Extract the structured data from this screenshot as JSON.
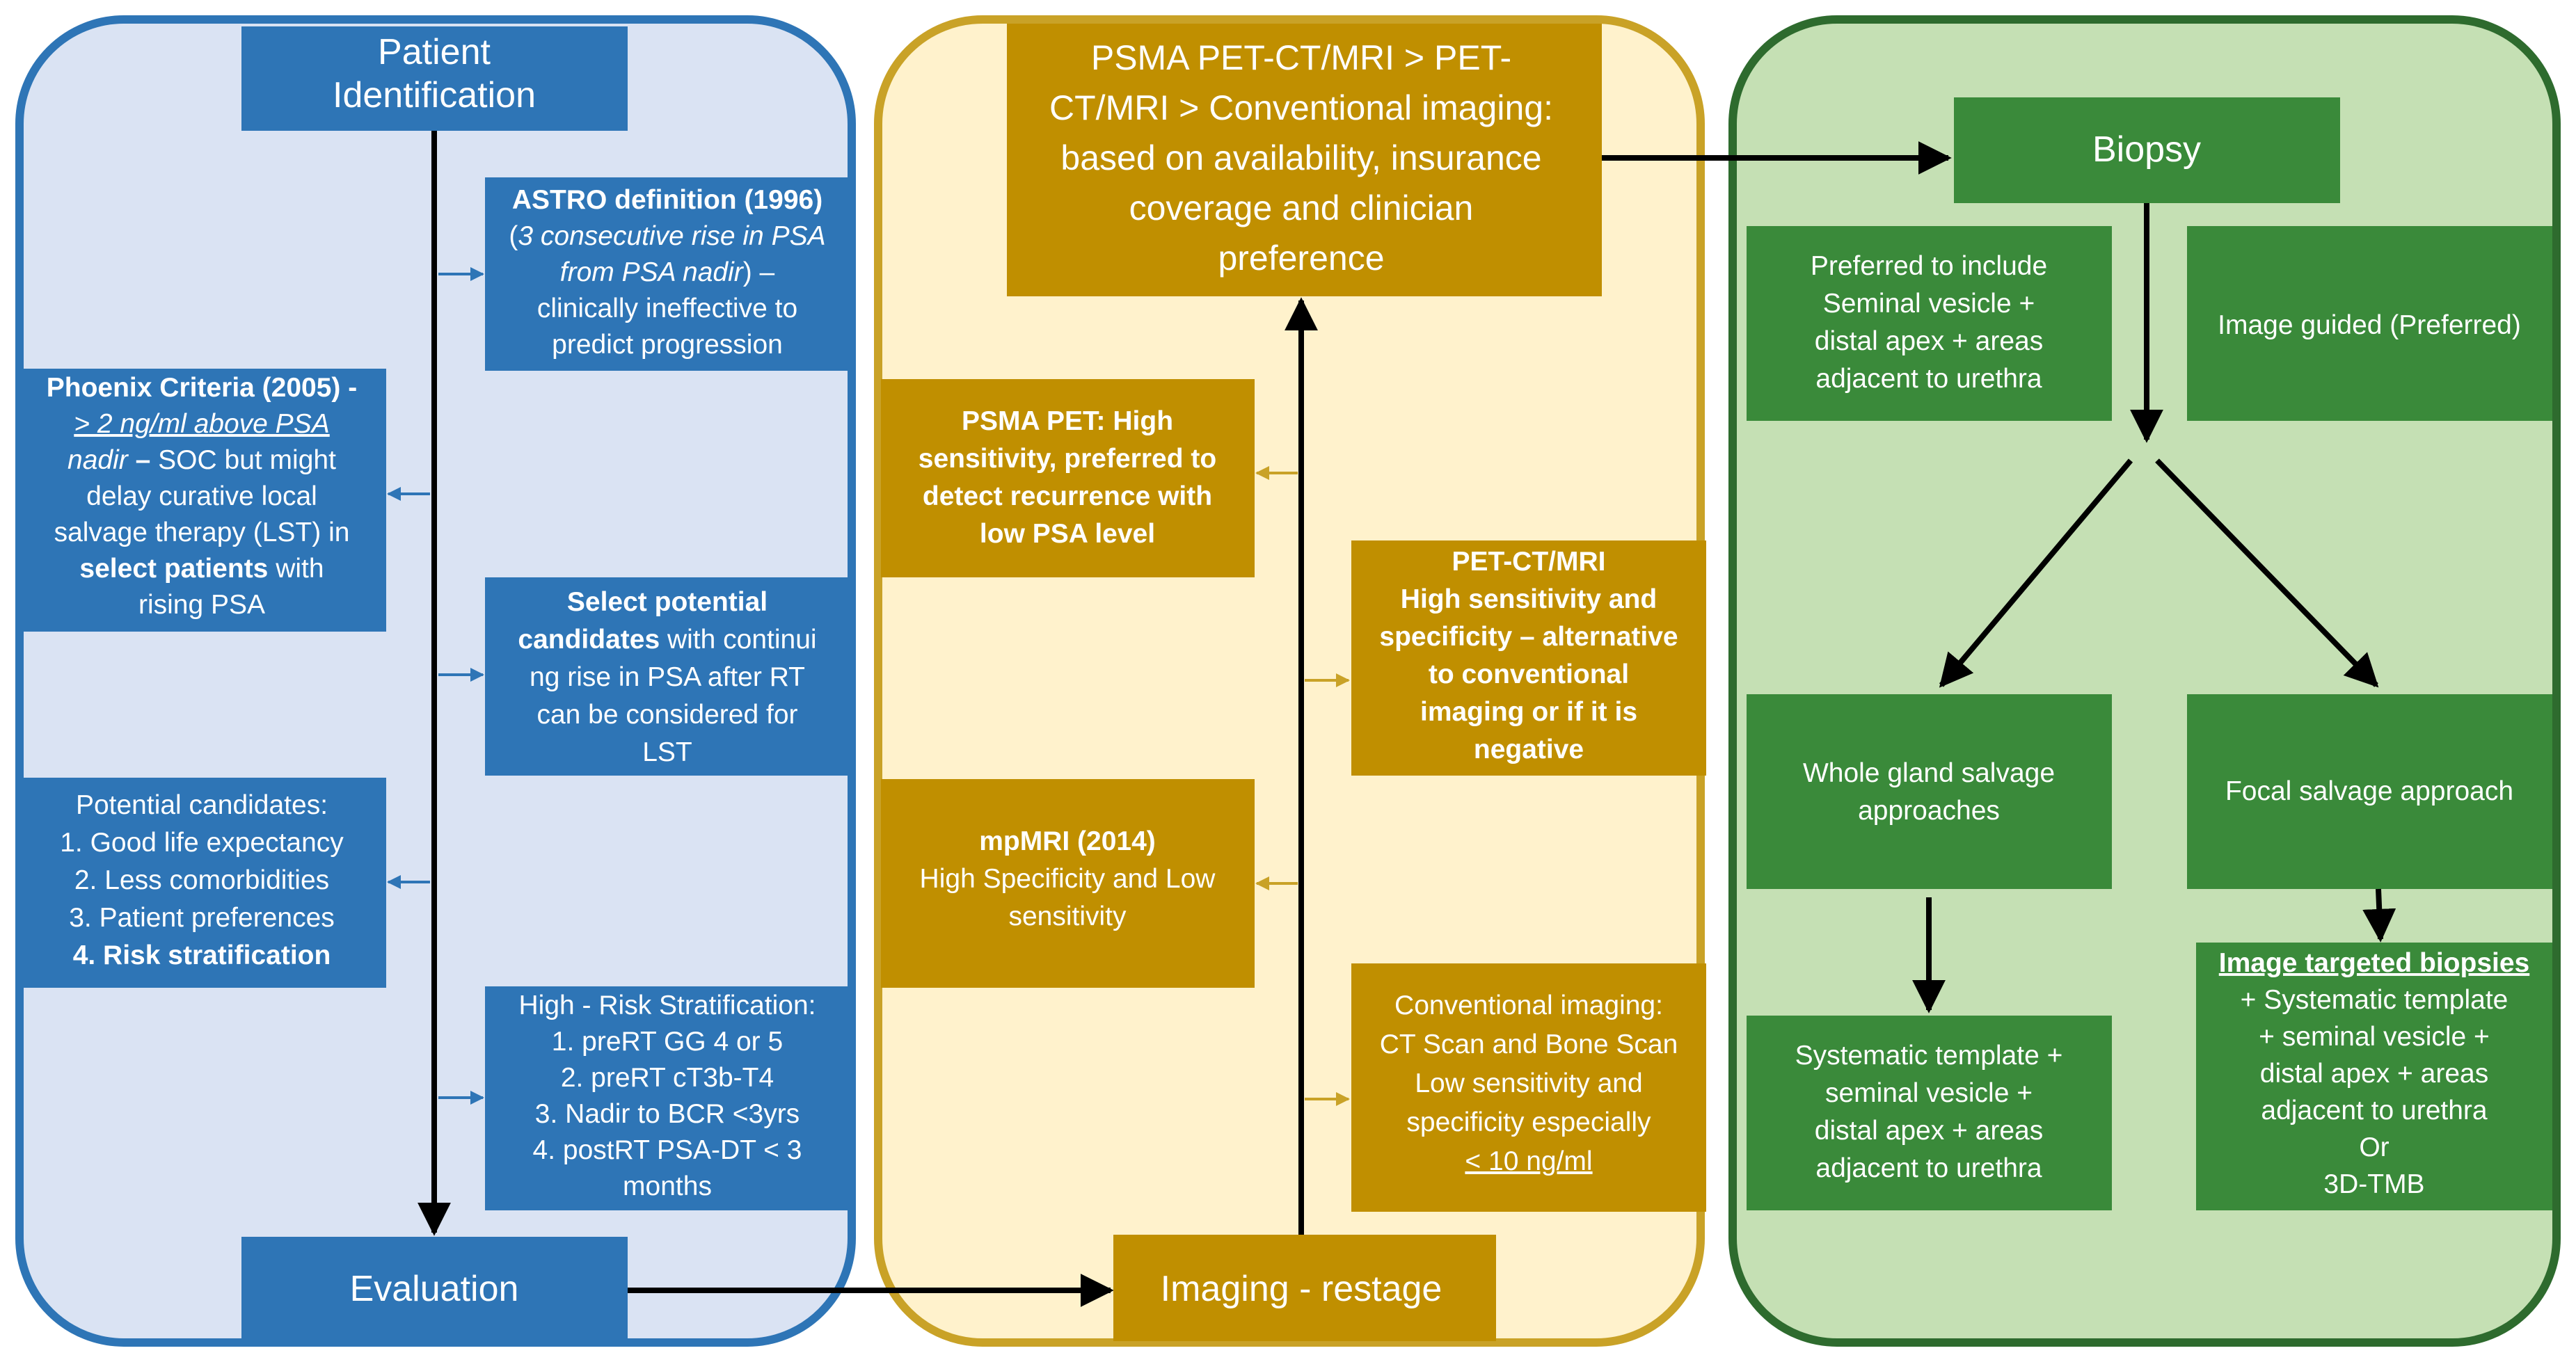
{
  "colors": {
    "blue_panel_fill": "#dae3f3",
    "blue_panel_stroke": "#2e75b6",
    "blue_box": "#2e75b6",
    "gold_panel_fill": "#fff2cc",
    "gold_panel_stroke": "#c9a227",
    "gold_box": "#c08f00",
    "green_panel_fill": "#c5e0b4",
    "green_panel_stroke": "#2e6b2e",
    "green_box": "#3a8a3a",
    "arrow_black": "#000000",
    "arrow_blue": "#2e75b6",
    "arrow_gold": "#c9a227",
    "text": "#ffffff"
  },
  "blue": {
    "patient_identification": [
      "Patient",
      "Identification"
    ],
    "astro": [
      [
        {
          "t": "ASTRO definition (1996)",
          "b": true
        }
      ],
      [
        {
          "t": "(",
          "i": false
        },
        {
          "t": "3 consecutive rise in PSA",
          "i": true
        }
      ],
      [
        {
          "t": "from PSA nadir",
          "i": true
        },
        {
          "t": ") –"
        }
      ],
      [
        {
          "t": "clinically ineffective to"
        }
      ],
      [
        {
          "t": "predict progression"
        }
      ]
    ],
    "phoenix": [
      [
        {
          "t": "Phoenix Criteria (2005) -",
          "b": true
        }
      ],
      [
        {
          "t": "> 2 ng/ml above PSA",
          "i": true,
          "u": true
        }
      ],
      [
        {
          "t": "nadir",
          "i": true
        },
        {
          "t": " – ",
          "b": true
        },
        {
          "t": "SOC but might"
        }
      ],
      [
        {
          "t": "delay curative local"
        }
      ],
      [
        {
          "t": "salvage therapy (LST) in"
        }
      ],
      [
        {
          "t": "select patients",
          "b": true
        },
        {
          "t": " with"
        }
      ],
      [
        {
          "t": "rising PSA"
        }
      ]
    ],
    "select_candidates": [
      [
        {
          "t": "Select potential",
          "b": true
        }
      ],
      [
        {
          "t": "candidates",
          "b": true
        },
        {
          "t": " with continui"
        }
      ],
      [
        {
          "t": "ng rise in PSA after RT"
        }
      ],
      [
        {
          "t": "can be considered for"
        }
      ],
      [
        {
          "t": "LST"
        }
      ]
    ],
    "potential_candidates": [
      [
        {
          "t": "Potential candidates:"
        }
      ],
      [
        {
          "t": "1.    Good life expectancy"
        }
      ],
      [
        {
          "t": "2.    Less comorbidities"
        }
      ],
      [
        {
          "t": "3.    Patient preferences"
        }
      ],
      [
        {
          "t": "4.    Risk stratification",
          "b": true
        }
      ]
    ],
    "high_risk": [
      [
        {
          "t": "High - Risk Stratification:"
        }
      ],
      [
        {
          "t": "1.    preRT GG 4 or 5"
        }
      ],
      [
        {
          "t": "2.    preRT cT3b-T4"
        }
      ],
      [
        {
          "t": "3.    Nadir to BCR <3yrs"
        }
      ],
      [
        {
          "t": "4.    postRT PSA-DT < 3"
        }
      ],
      [
        {
          "t": "months"
        }
      ]
    ],
    "evaluation": "Evaluation"
  },
  "gold": {
    "psma_top": [
      "PSMA PET-CT/MRI > PET-",
      "CT/MRI > Conventional imaging:",
      "based on availability, insurance",
      "coverage and clinician",
      "preference"
    ],
    "psma_pet": [
      [
        {
          "t": "PSMA PET: High",
          "b": true
        }
      ],
      [
        {
          "t": "sensitivity, preferred to",
          "b": true
        }
      ],
      [
        {
          "t": "detect recurrence with",
          "b": true
        }
      ],
      [
        {
          "t": "low PSA level",
          "b": true
        }
      ]
    ],
    "pet_ct": [
      [
        {
          "t": "PET-CT/MRI",
          "b": true
        }
      ],
      [
        {
          "t": "High sensitivity and",
          "b": true
        }
      ],
      [
        {
          "t": "specificity – alternative",
          "b": true
        }
      ],
      [
        {
          "t": "to conventional",
          "b": true
        }
      ],
      [
        {
          "t": "imaging or if it is",
          "b": true
        }
      ],
      [
        {
          "t": "negative",
          "b": true
        }
      ]
    ],
    "mpmri": [
      [
        {
          "t": "mpMRI (2014)",
          "b": true
        }
      ],
      [
        {
          "t": "High Specificity and Low"
        }
      ],
      [
        {
          "t": "sensitivity"
        }
      ]
    ],
    "conventional": [
      [
        {
          "t": "Conventional imaging:"
        }
      ],
      [
        {
          "t": "CT Scan and Bone Scan"
        }
      ],
      [
        {
          "t": "Low sensitivity and"
        }
      ],
      [
        {
          "t": "specificity especially"
        }
      ],
      [
        {
          "t": "< 10 ng/ml",
          "u": true
        }
      ]
    ],
    "imaging_restage": "Imaging - restage"
  },
  "green": {
    "biopsy": "Biopsy",
    "preferred_include": [
      [
        {
          "t": "Preferred to include"
        }
      ],
      [
        {
          "t": "Seminal vesicle +"
        }
      ],
      [
        {
          "t": "distal apex + areas"
        }
      ],
      [
        {
          "t": "adjacent to urethra"
        }
      ]
    ],
    "image_guided": [
      [
        {
          "t": "Image guided (Preferred)"
        }
      ]
    ],
    "whole_gland": [
      [
        {
          "t": "Whole gland salvage"
        }
      ],
      [
        {
          "t": "approaches"
        }
      ]
    ],
    "focal": [
      [
        {
          "t": "Focal salvage approach"
        }
      ]
    ],
    "systematic": [
      [
        {
          "t": "Systematic template +"
        }
      ],
      [
        {
          "t": "seminal vesicle +"
        }
      ],
      [
        {
          "t": "distal apex + areas"
        }
      ],
      [
        {
          "t": "adjacent to urethra"
        }
      ]
    ],
    "image_targeted": [
      [
        {
          "t": "Image targeted biopsies",
          "b": true,
          "u": true
        }
      ],
      [
        {
          "t": "+ Systematic template"
        }
      ],
      [
        {
          "t": "+ seminal vesicle +"
        }
      ],
      [
        {
          "t": "distal apex + areas"
        }
      ],
      [
        {
          "t": "adjacent to urethra"
        }
      ],
      [
        {
          "t": "Or"
        }
      ],
      [
        {
          "t": "3D-TMB"
        }
      ]
    ]
  }
}
